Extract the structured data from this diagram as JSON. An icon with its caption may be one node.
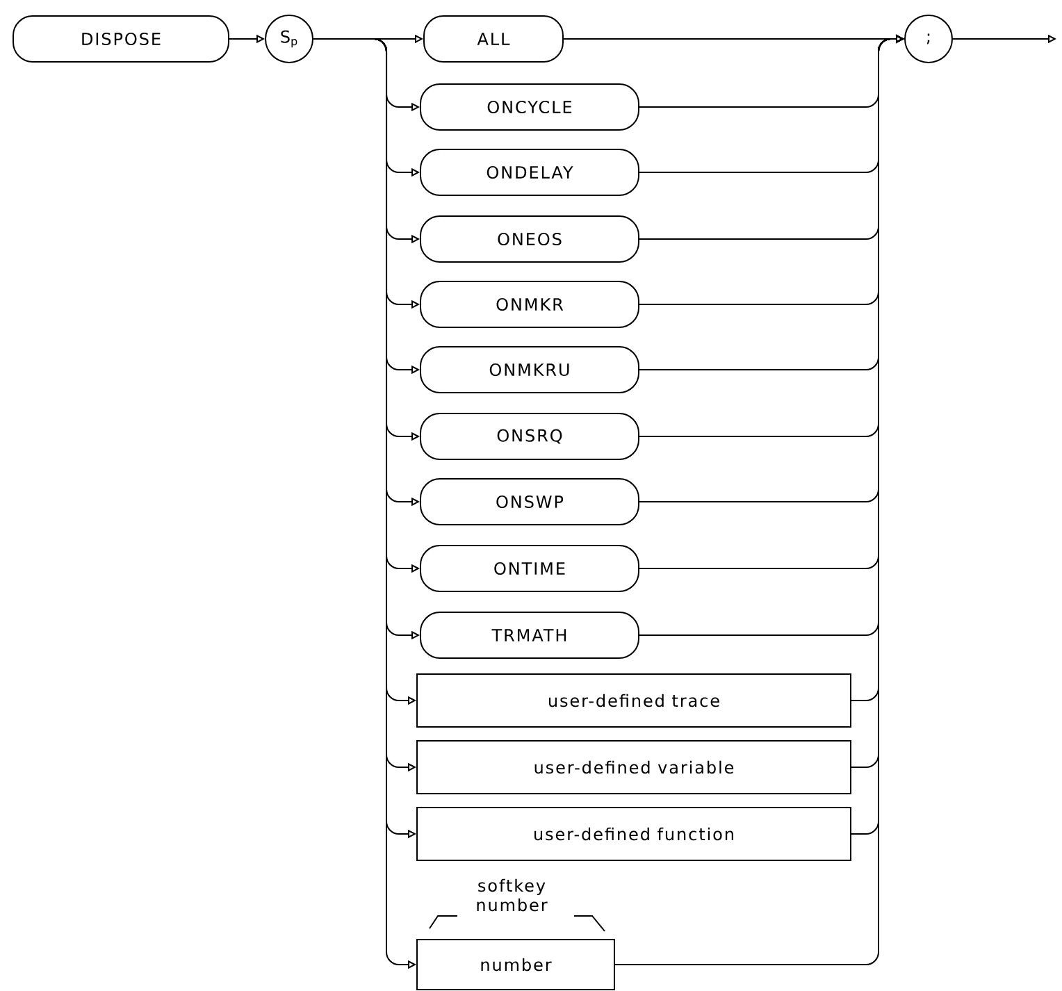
{
  "diagram": {
    "nodes": [
      {
        "text": [
          "DISPOSE"
        ]
      },
      {
        "text": [
          "S$_{p}$"
        ]
      },
      {
        "text": [
          "ALL"
        ]
      },
      {
        "text": [
          "ONCYCLE"
        ]
      },
      {
        "text": [
          "ONDELAY"
        ]
      },
      {
        "text": [
          "ONEOS"
        ]
      },
      {
        "text": [
          "ONMKR"
        ]
      },
      {
        "text": [
          "ONMKRU"
        ]
      },
      {
        "text": [
          "ONSRQ"
        ]
      },
      {
        "text": [
          "ONSWP"
        ]
      },
      {
        "text": [
          "ONTIME"
        ]
      },
      {
        "text": [
          "TRMATH"
        ]
      },
      {
        "text": [
          "user-defined trace"
        ]
      },
      {
        "text": [
          "user-defined variable"
        ]
      },
      {
        "text": [
          "user-defined function"
        ]
      },
      {
        "text": [
          "number"
        ],
        "beside": [
          "softkey number"
        ]
      },
      {
        "text": [
          ";"
        ]
      }
    ],
    "edges": [
      {
        "from": 0,
        "to": 1,
        "arrow": "to"
      },
      {
        "from": 1,
        "to": 2,
        "arrow": "to"
      },
      {
        "from": 1,
        "to": 3,
        "arrow": "to"
      },
      {
        "from": 1,
        "to": 4,
        "arrow": "to"
      },
      {
        "from": 1,
        "to": 5,
        "arrow": "to"
      },
      {
        "from": 1,
        "to": 6,
        "arrow": "to"
      },
      {
        "from": 1,
        "to": 7,
        "arrow": "to"
      },
      {
        "from": 1,
        "to": 8,
        "arrow": "to"
      },
      {
        "from": 1,
        "to": 9,
        "arrow": "to"
      },
      {
        "from": 1,
        "to": 10,
        "arrow": "to"
      },
      {
        "from": 1,
        "to": 11,
        "arrow": "to"
      },
      {
        "from": 1,
        "to": 12,
        "arrow": "to"
      },
      {
        "from": 1,
        "to": 13,
        "arrow": "to"
      },
      {
        "from": 1,
        "to": 14,
        "arrow": "to"
      },
      {
        "from": 1,
        "to": 15,
        "arrow": "to"
      },
      {
        "from": 2,
        "to": 16,
        "arrow": "to"
      },
      {
        "from": 3,
        "to": 16,
        "arrow": "to"
      },
      {
        "from": 4,
        "to": 16,
        "arrow": "to"
      },
      {
        "from": 5,
        "to": 16,
        "arrow": "to"
      },
      {
        "from": 6,
        "to": 16,
        "arrow": "to"
      },
      {
        "from": 7,
        "to": 16,
        "arrow": "to"
      },
      {
        "from": 8,
        "to": 16,
        "arrow": "to"
      },
      {
        "from": 9,
        "to": 16,
        "arrow": "to"
      },
      {
        "from": 10,
        "to": 16,
        "arrow": "to"
      },
      {
        "from": 11,
        "to": 16,
        "arrow": "to"
      },
      {
        "from": 12,
        "to": 16,
        "arrow": "to"
      },
      {
        "from": 13,
        "to": 16,
        "arrow": "to"
      },
      {
        "from": 14,
        "to": 16,
        "arrow": "to"
      },
      {
        "from": 15,
        "to": 16,
        "arrow": "to"
      },
      {
        "from": 16,
        "to": null,
        "arrow": "to"
      }
    ]
  }
}
